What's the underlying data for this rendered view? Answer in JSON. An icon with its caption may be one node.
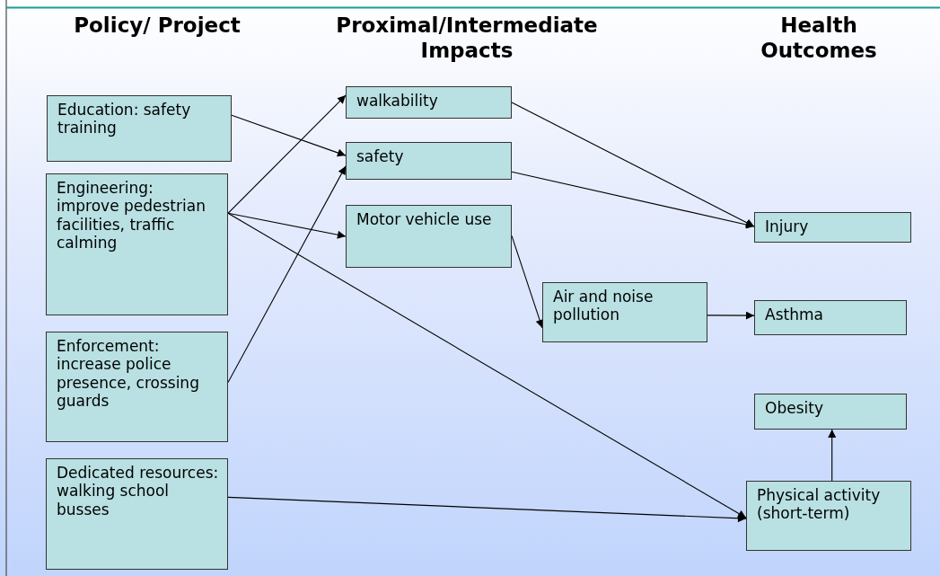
{
  "diagram": {
    "nodes": [
      {
        "text": [
          "Education: safety training"
        ]
      },
      {
        "text": [
          "Engineering: improve pedestrian facilities, traffic calming"
        ]
      },
      {
        "text": [
          "Enforcement: increase police presence, crossing guards"
        ]
      },
      {
        "text": [
          "Dedicated resources: walking school busses"
        ]
      },
      {
        "text": [
          "walkability"
        ]
      },
      {
        "text": [
          "safety"
        ]
      },
      {
        "text": [
          "Motor vehicle use"
        ]
      },
      {
        "text": [
          "Air and noise pollution"
        ]
      },
      {
        "text": [
          "Injury"
        ]
      },
      {
        "text": [
          "Asthma"
        ]
      },
      {
        "text": [
          "Obesity"
        ]
      },
      {
        "text": [
          "Physical activity (short-term)"
        ]
      }
    ],
    "edges": [
      {
        "from": 0,
        "to": 5,
        "arrow": "to"
      },
      {
        "from": 1,
        "to": 4,
        "arrow": "to"
      },
      {
        "from": 1,
        "to": 6,
        "arrow": "to"
      },
      {
        "from": 1,
        "to": 11,
        "arrow": "to"
      },
      {
        "from": 2,
        "to": 5,
        "arrow": "to"
      },
      {
        "from": 3,
        "to": 11,
        "arrow": "to"
      },
      {
        "from": 4,
        "to": 8,
        "arrow": "to"
      },
      {
        "from": 5,
        "to": 8,
        "arrow": "to"
      },
      {
        "from": 6,
        "to": 7,
        "arrow": "to"
      },
      {
        "from": 7,
        "to": 9,
        "arrow": "to"
      },
      {
        "from": 11,
        "to": 10,
        "arrow": "to"
      }
    ],
    "labels": [
      "Policy/ Project",
      "Proximal/Intermediate Impacts",
      "Health Outcomes"
    ]
  }
}
